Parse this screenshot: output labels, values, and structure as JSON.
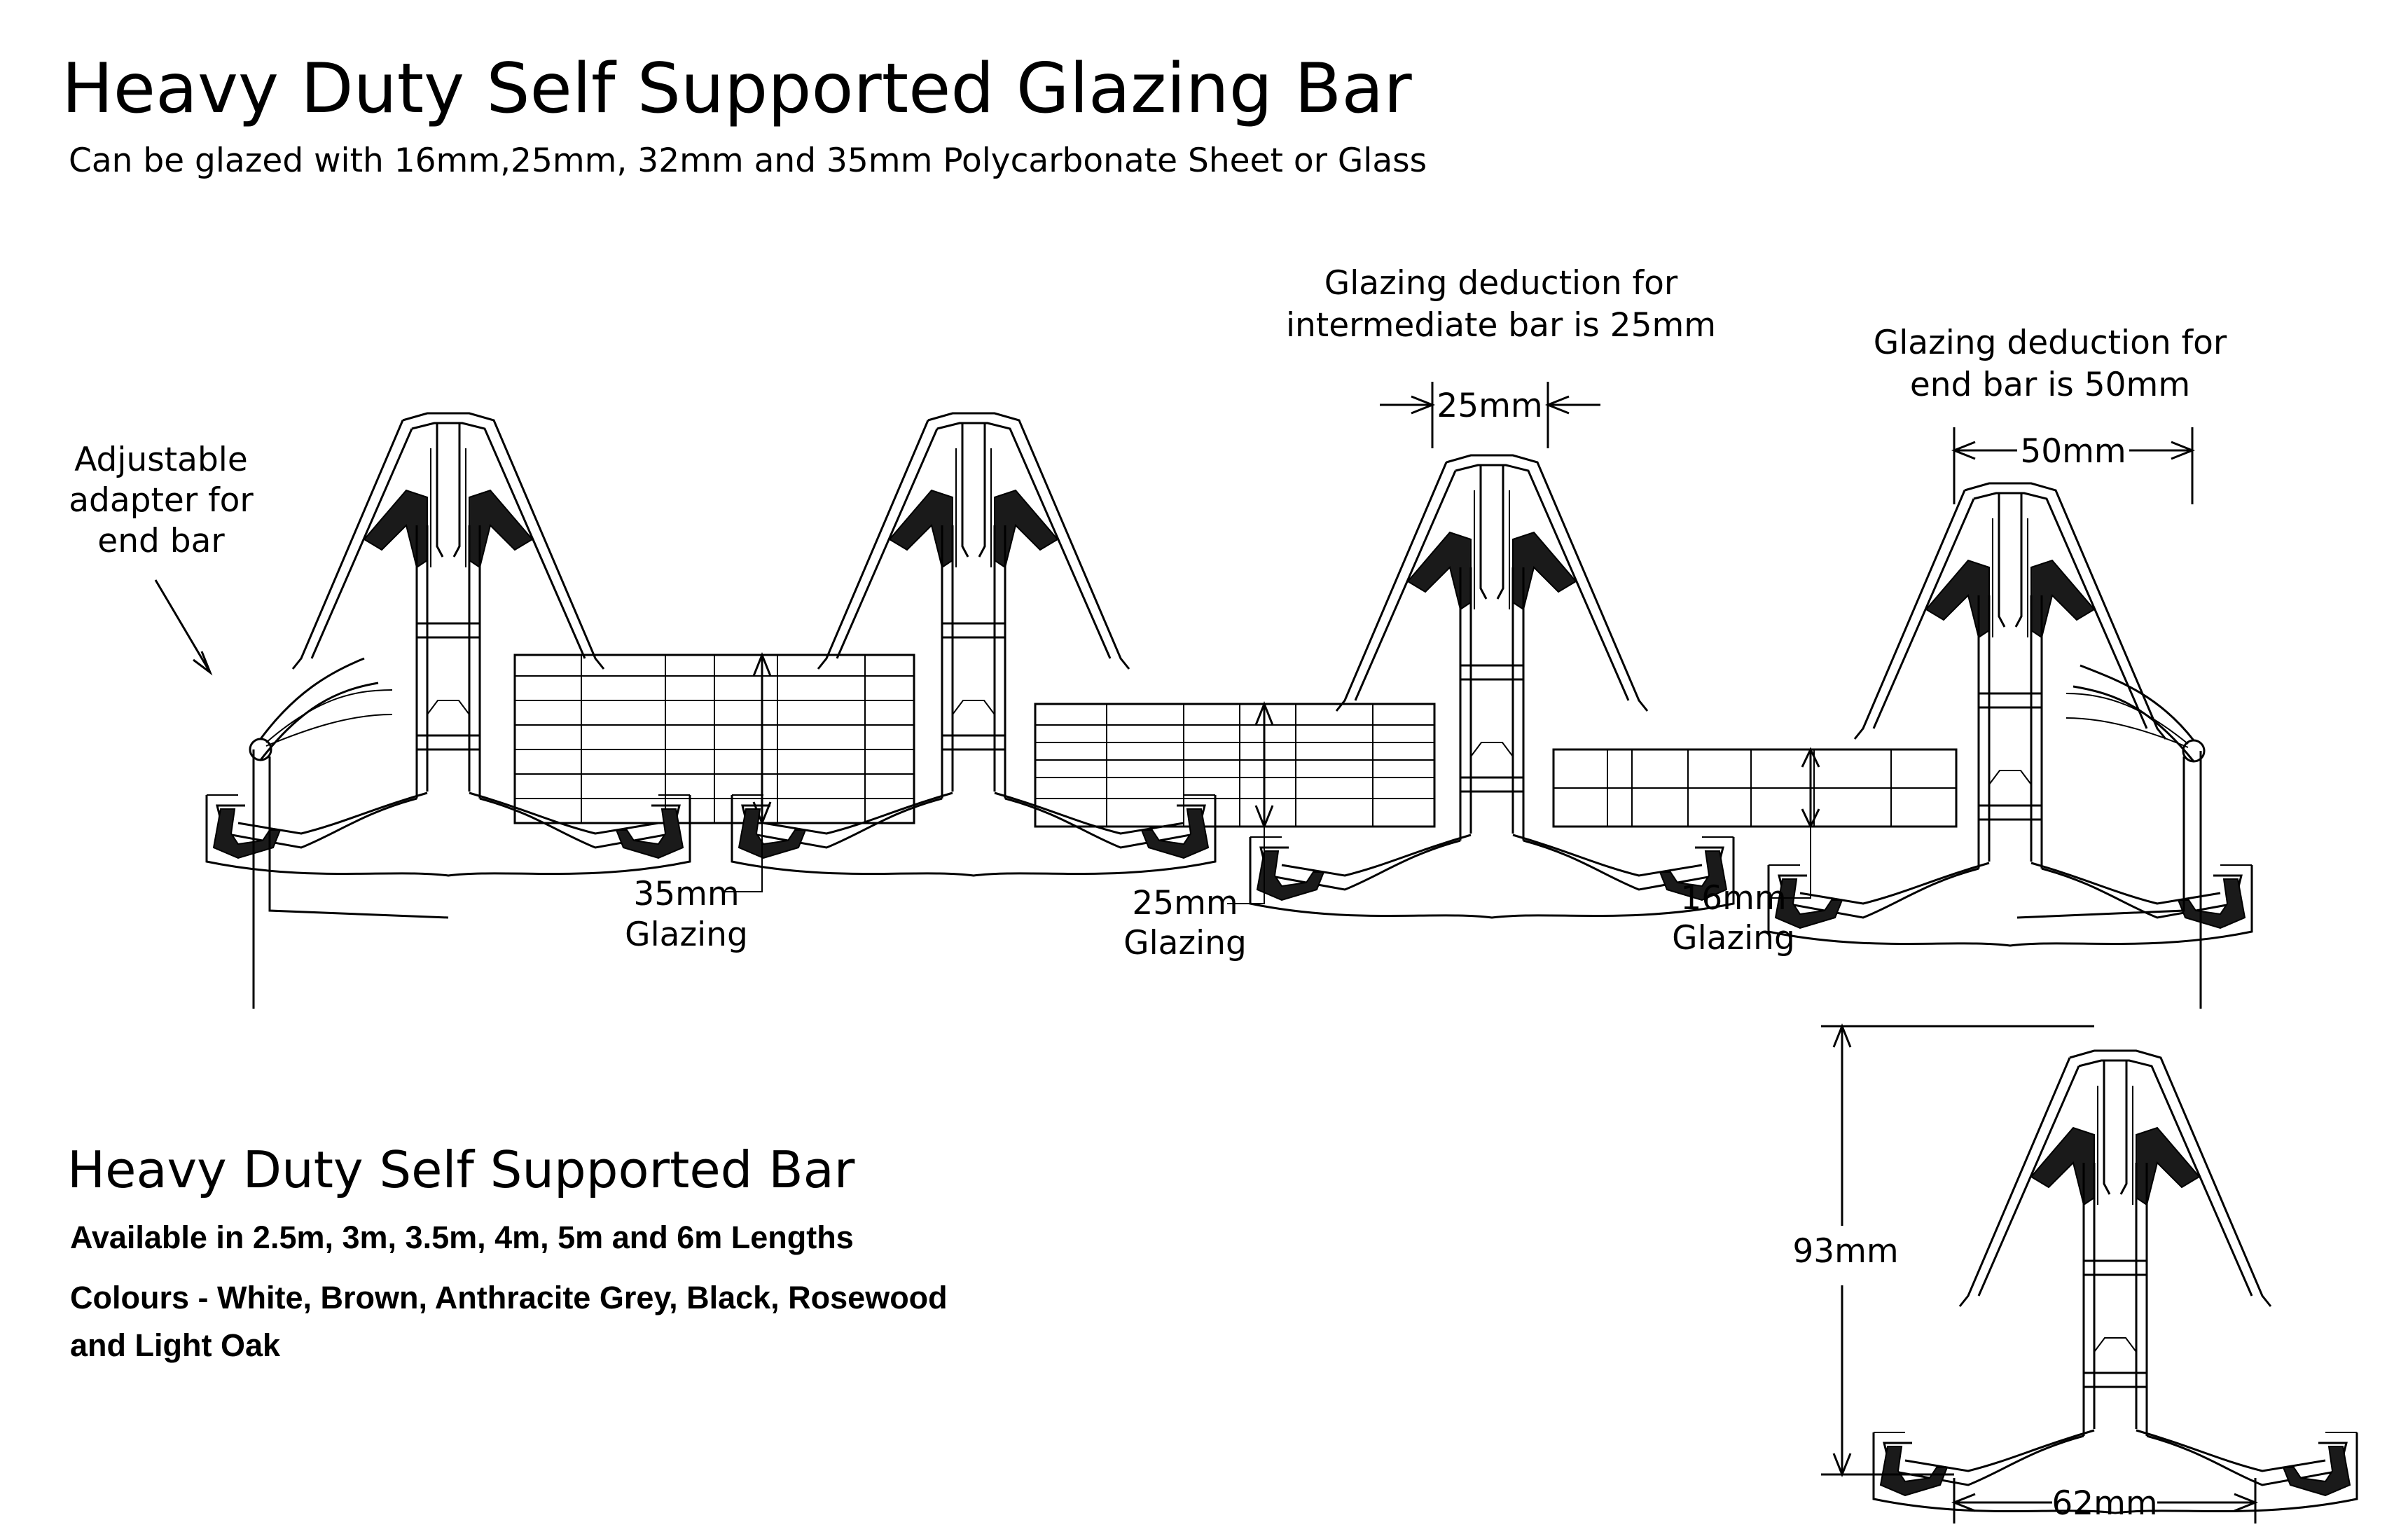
{
  "header": {
    "title": "Heavy Duty Self Supported Glazing Bar",
    "subtitle": "Can be glazed with 16mm,25mm, 32mm and 35mm Polycarbonate Sheet or Glass"
  },
  "annotations": {
    "adapter": [
      "Adjustable",
      "adapter for",
      "end bar"
    ],
    "intermediate_deduction": [
      "Glazing deduction for",
      "intermediate bar is 25mm"
    ],
    "end_deduction": [
      "Glazing deduction for",
      "end bar is 50mm"
    ]
  },
  "dimensions": {
    "intermediate_gap": "25mm",
    "end_gap": "50mm",
    "bar_height": "93mm",
    "bar_width": "62mm"
  },
  "glazing_labels": [
    {
      "size": "35mm",
      "word": "Glazing"
    },
    {
      "size": "25mm",
      "word": "Glazing"
    },
    {
      "size": "16mm",
      "word": "Glazing"
    }
  ],
  "product": {
    "heading": "Heavy Duty Self Supported Bar",
    "lengths": "Available in 2.5m, 3m, 3.5m, 4m, 5m and 6m Lengths",
    "colours_line1": "Colours - White, Brown, Anthracite Grey, Black, Rosewood",
    "colours_line2": "and Light Oak"
  }
}
